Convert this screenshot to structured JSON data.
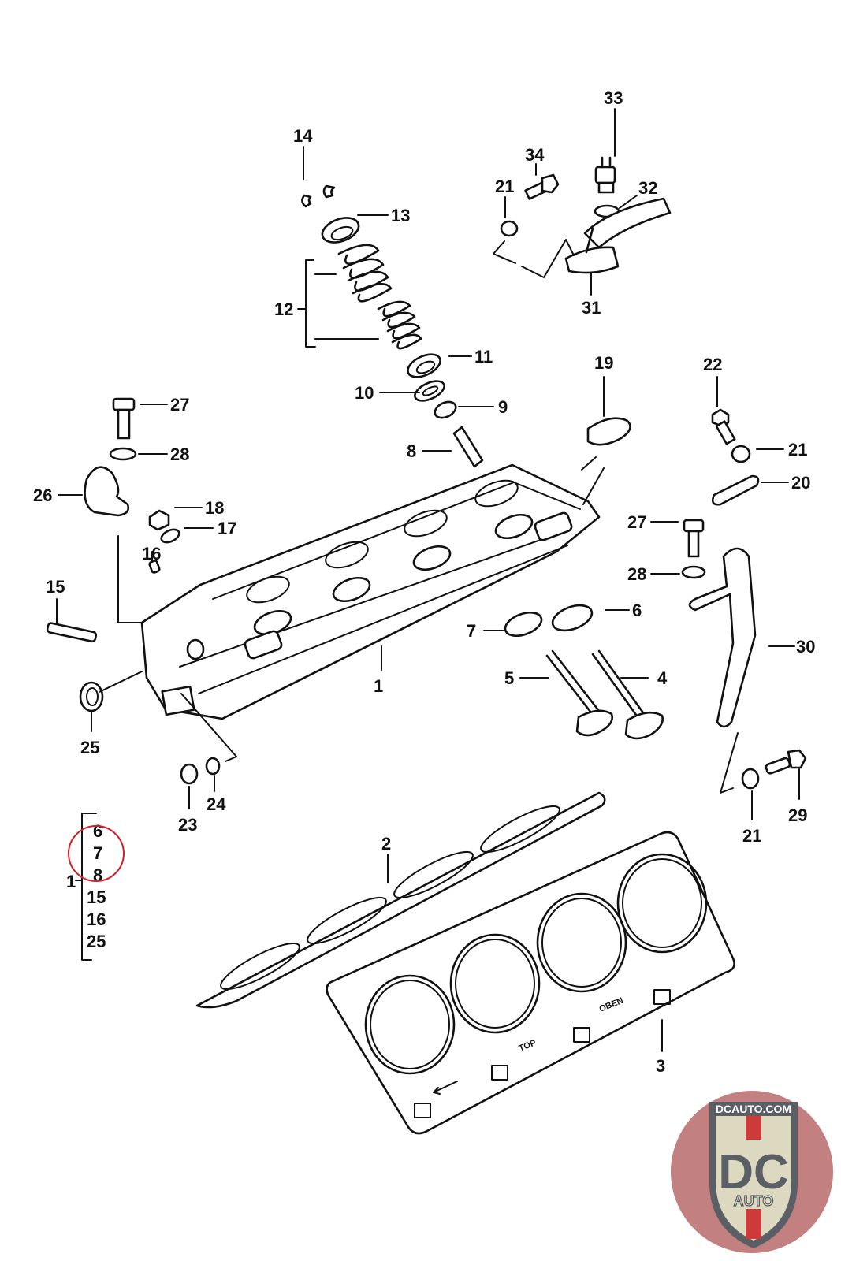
{
  "diagram": {
    "title": "Cylinder head exploded parts diagram",
    "callouts": [
      {
        "id": "1",
        "text": "1"
      },
      {
        "id": "2",
        "text": "2"
      },
      {
        "id": "3",
        "text": "3"
      },
      {
        "id": "4",
        "text": "4"
      },
      {
        "id": "5",
        "text": "5"
      },
      {
        "id": "6a",
        "text": "6"
      },
      {
        "id": "7a",
        "text": "7"
      },
      {
        "id": "8",
        "text": "8"
      },
      {
        "id": "9",
        "text": "9"
      },
      {
        "id": "10",
        "text": "10"
      },
      {
        "id": "11",
        "text": "11"
      },
      {
        "id": "12",
        "text": "12"
      },
      {
        "id": "13",
        "text": "13"
      },
      {
        "id": "14",
        "text": "14"
      },
      {
        "id": "15",
        "text": "15"
      },
      {
        "id": "16",
        "text": "16"
      },
      {
        "id": "17",
        "text": "17"
      },
      {
        "id": "18",
        "text": "18"
      },
      {
        "id": "19",
        "text": "19"
      },
      {
        "id": "20",
        "text": "20"
      },
      {
        "id": "21a",
        "text": "21"
      },
      {
        "id": "21b",
        "text": "21"
      },
      {
        "id": "21c",
        "text": "21"
      },
      {
        "id": "22",
        "text": "22"
      },
      {
        "id": "23",
        "text": "23"
      },
      {
        "id": "24",
        "text": "24"
      },
      {
        "id": "25",
        "text": "25"
      },
      {
        "id": "26",
        "text": "26"
      },
      {
        "id": "27a",
        "text": "27"
      },
      {
        "id": "27b",
        "text": "27"
      },
      {
        "id": "28a",
        "text": "28"
      },
      {
        "id": "28b",
        "text": "28"
      },
      {
        "id": "29",
        "text": "29"
      },
      {
        "id": "30",
        "text": "30"
      },
      {
        "id": "31",
        "text": "31"
      },
      {
        "id": "32",
        "text": "32"
      },
      {
        "id": "33",
        "text": "33"
      },
      {
        "id": "34",
        "text": "34"
      }
    ],
    "gasket_marks": {
      "top": "TOP",
      "oben": "OBEN"
    },
    "assembly_list": {
      "parent": "1",
      "items": [
        "6",
        "7",
        "8",
        "15",
        "16",
        "25"
      ],
      "highlighted_items": [
        "6",
        "7",
        "8"
      ],
      "highlight_color": "#d2202a"
    }
  },
  "watermark": {
    "site": "DCAUTO.COM",
    "monogram": "DC",
    "word": "AUTO",
    "colors": {
      "badge_bg": "#b86a6a",
      "shield_fill": "#ddd8c0",
      "shield_border": "#5a5f66",
      "stripe": "#cc3a3a",
      "text": "#5a5f66"
    }
  }
}
